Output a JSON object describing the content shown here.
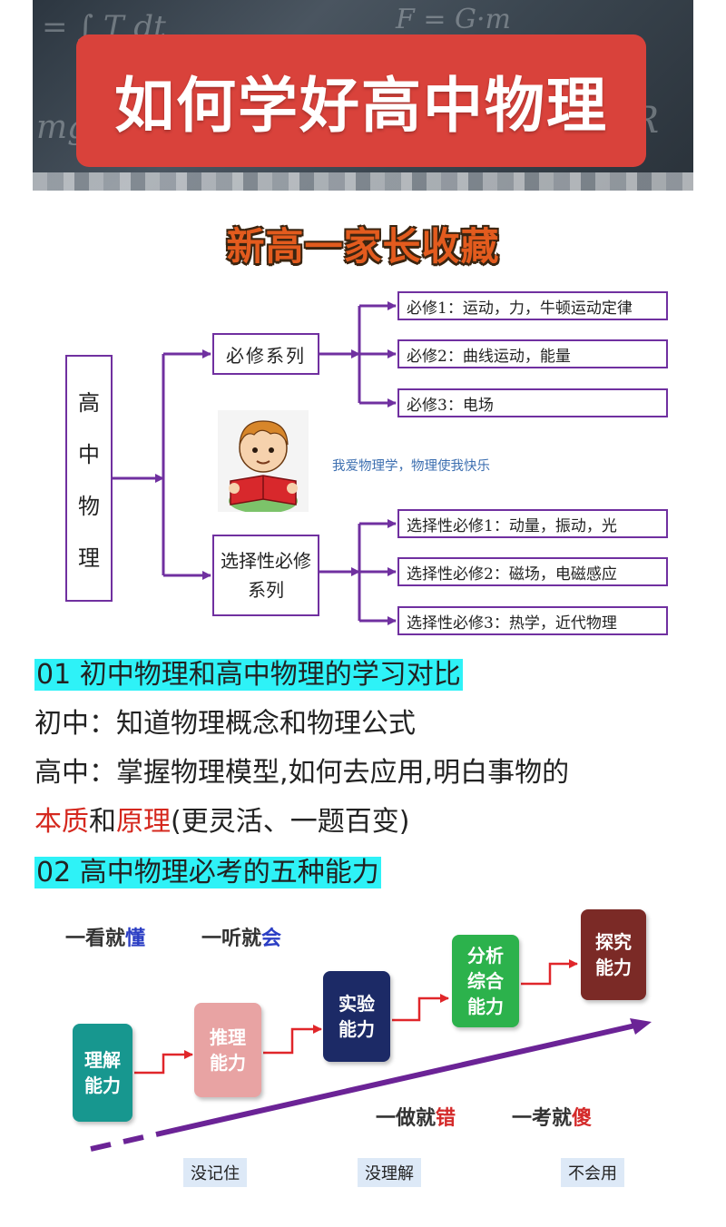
{
  "banner": {
    "title": "如何学好高中物理",
    "subtitle": "新高一家长收藏"
  },
  "tree": {
    "root": [
      "高",
      "中",
      "物",
      "理"
    ],
    "required": {
      "label": "必修系列",
      "items": [
        "必修1：运动，力，牛顿运动定律",
        "必修2：曲线运动，能量",
        "必修3：电场"
      ]
    },
    "elective": {
      "label": "选择性必修系列",
      "items": [
        "选择性必修1：动量，振动，光",
        "选择性必修2：磁场，电磁感应",
        "选择性必修3：热学，近代物理"
      ]
    },
    "caption": "我爱物理学，物理使我快乐"
  },
  "sections": {
    "s1_heading": "01 初中物理和高中物理的学习对比",
    "junior": "初中：知道物理概念和物理公式",
    "senior_a": "高中：掌握物理模型,如何去应用,明白事物的",
    "senior_w1": "本质",
    "senior_mid": "和",
    "senior_w2": "原理",
    "senior_tail": "(更灵活、一题百变)",
    "s2_heading": "02 高中物理必考的五种能力"
  },
  "abilities": {
    "steps": [
      {
        "line1": "理解",
        "line2": "能力",
        "color": "#17978f"
      },
      {
        "line1": "推理",
        "line2": "能力",
        "color": "#e8a3a3"
      },
      {
        "line1": "实验",
        "line2": "能力",
        "color": "#1c2a66"
      },
      {
        "line1": "分析",
        "line2": "综合",
        "line3": "能力",
        "color": "#2cb24c"
      },
      {
        "line1": "探究",
        "line2": "能力",
        "color": "#7b2a26"
      }
    ],
    "phrases": {
      "p1_a": "一看就",
      "p1_b": "懂",
      "p2_a": "一听就",
      "p2_b": "会",
      "p3_a": "一做就",
      "p3_b": "错",
      "p4_a": "一考就",
      "p4_b": "傻"
    },
    "tags": [
      "没记住",
      "没理解",
      "不会用"
    ]
  }
}
